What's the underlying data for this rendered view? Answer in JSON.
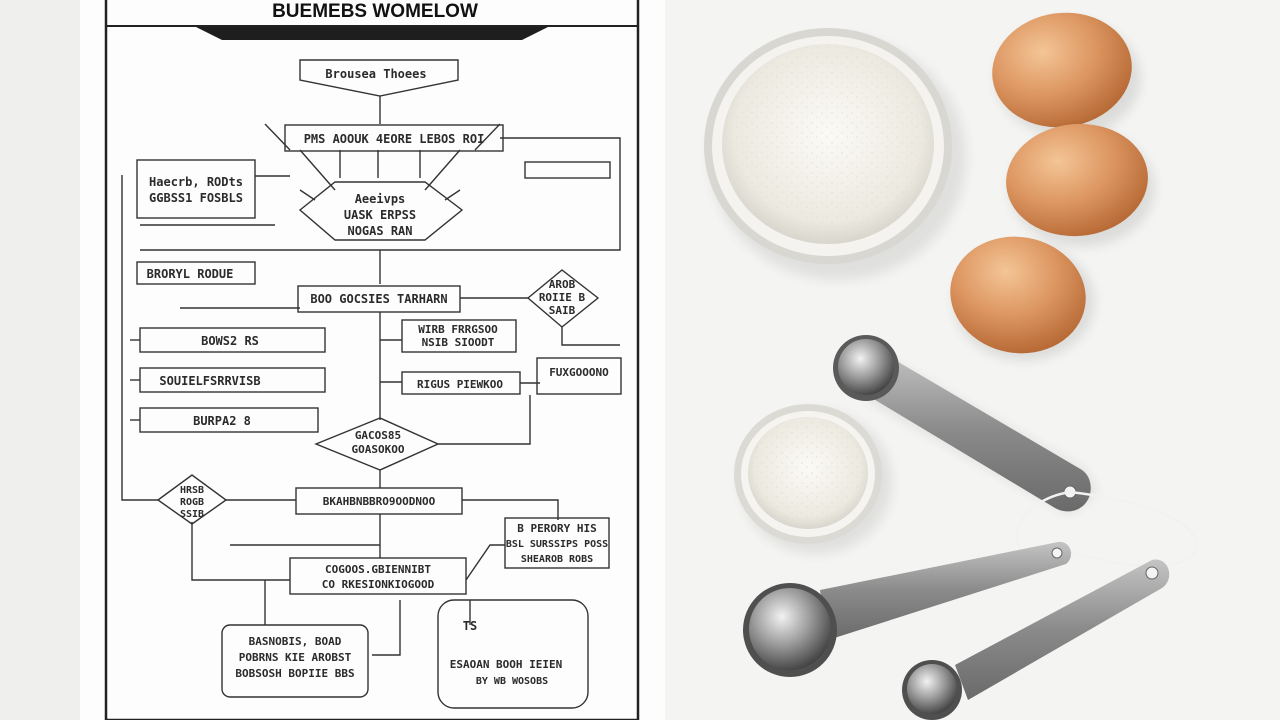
{
  "flowchart": {
    "title": "BUEMEBS WOMELOW",
    "nodes": {
      "n1": "Brousea Thoees",
      "n2": "PMS AOOUK 4EORE LEBOS ROI",
      "n3a": "Haecrb, RODts",
      "n3b": "GGBSS1 FOSBLS",
      "n4": "BRORYL RODUE",
      "n5a": "Aeeivps",
      "n5b": "UASK ERPSS",
      "n5c": "NOGAS RAN",
      "n6": "BOO GOCSIES TARHARN",
      "n7a": "AROB",
      "n7b": "ROIIE B",
      "n7c": "SAIB",
      "n8": "BOWS2 RS",
      "n9a": "WIRB FRRGSOO",
      "n9b": "NSIB SIOODT",
      "n10": "SOUIELFSRRVISB",
      "n11": "RIGUS PIEWKOO",
      "n12": "FUXGOOONO",
      "n13": "BURPA2 8",
      "n14a": "GACOS85",
      "n14b": "GOASOKOO",
      "n15a": "HRSB",
      "n15b": "ROGB",
      "n15c": "SSIB",
      "n16": "BKAHBNBBRO9OODNOO",
      "n17a": "B PERORY HIS",
      "n17b": "BSL SURSSIPS POSS",
      "n17c": "SHEAROB ROBS",
      "n18a": "COGOOS.GBIENNIBT",
      "n18b": "CO RKESIONKIOGOOD",
      "n19a": "BASNOBIS, BOAD",
      "n19b": "POBRNS KIE AROBST",
      "n19c": "BOBSOSH BOPIIE BBS",
      "n20a": "TS",
      "n20b": "ESAOAN BOOH IEIEN",
      "n20c": "BY WB WOSOBS"
    }
  }
}
